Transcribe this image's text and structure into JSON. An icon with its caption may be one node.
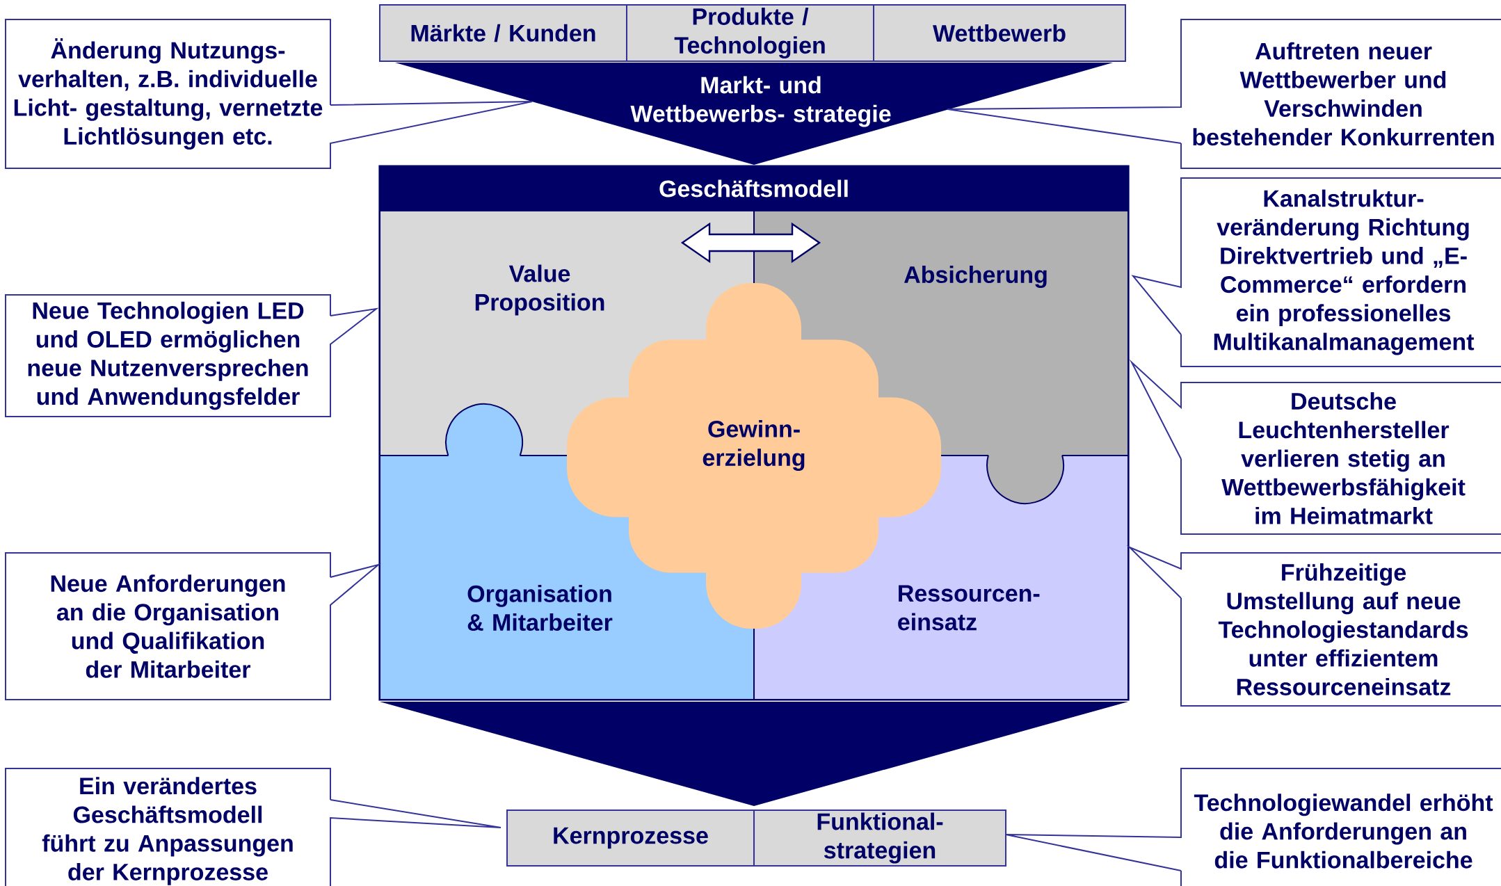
{
  "diagram": {
    "nodes": [
      {
        "text": [
          "Märkte / Kunden"
        ]
      },
      {
        "text": [
          "Produkte / Technologien"
        ]
      },
      {
        "text": [
          "Wettbewerb"
        ]
      },
      {
        "text": [
          "Markt- und Wettbewerbs- strategie"
        ]
      },
      {
        "text": [
          "Geschäftsmodell"
        ]
      },
      {
        "text": [
          "Value Proposition"
        ],
        "in": 4
      },
      {
        "text": [
          "Absicherung"
        ],
        "in": 4
      },
      {
        "text": [
          "Gewinn- erzielung"
        ],
        "in": 4
      },
      {
        "text": [
          "Organisation & Mitarbeiter"
        ],
        "in": 4
      },
      {
        "text": [
          "Ressourcen- einsatz"
        ],
        "in": 4
      },
      {
        "text": [],
        "shape": "triangle"
      },
      {
        "text": [
          "Kernprozesse"
        ]
      },
      {
        "text": [
          "Funktional- strategien"
        ]
      },
      {
        "text": [
          "Änderung Nutzungs- verhalten, z.B. individuelle Licht- gestaltung, vernetzte Lichtlösungen etc."
        ]
      },
      {
        "text": [
          "Neue Technologien LED und OLED ermöglichen neue Nutzenversprechen und Anwendungsfelder"
        ]
      },
      {
        "text": [
          "Neue Anforderungen an die Organisation und Qualifikation der Mitarbeiter"
        ]
      },
      {
        "text": [
          "Ein verändertes Geschäftsmodell führt zu Anpassungen der Kernprozesse"
        ]
      },
      {
        "text": [
          "Auftreten neuer Wettbewerber und Verschwinden bestehender Konkurrenten"
        ]
      },
      {
        "text": [
          "Kanalstruktur- veränderung Richtung Direktvertrieb und „E- Commerce“ erfordern ein professionelles Multikanalmanagement"
        ]
      },
      {
        "text": [
          "Deutsche Leuchtenhersteller verlieren stetig an Wettbewerbsfähigkeit im Heimatmarkt"
        ]
      },
      {
        "text": [
          "Frühzeitige Umstellung auf neue Technologiestandards unter effizientem Ressourceneinsatz"
        ]
      },
      {
        "text": [
          "Technologiewandel erhöht die Anforderungen an die Funktionalbereiche"
        ]
      }
    ],
    "edges": [
      {
        "from": 5,
        "to": 6,
        "arrow": "both"
      }
    ]
  }
}
